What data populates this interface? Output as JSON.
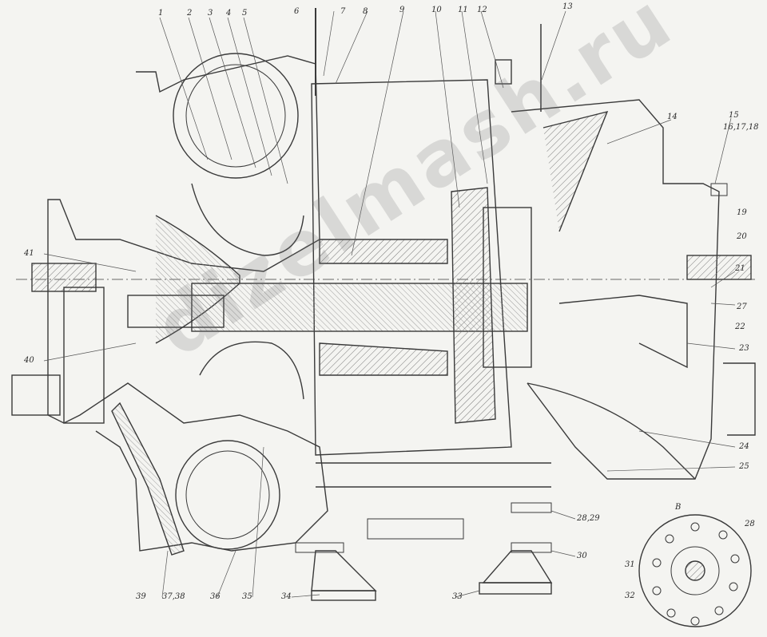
{
  "drawing": {
    "callouts": [
      "1",
      "2",
      "3",
      "4",
      "5",
      "6",
      "7",
      "8",
      "9",
      "10",
      "11",
      "12",
      "13",
      "14",
      "15",
      "16,17,18",
      "19",
      "20",
      "21",
      "22",
      "23",
      "24",
      "25",
      "28,29",
      "30",
      "31",
      "32",
      "33",
      "34",
      "35",
      "36",
      "37,38",
      "39",
      "40",
      "41",
      "27",
      "28",
      "B"
    ],
    "watermark": "dizelmash.ru",
    "colors": {
      "line": "#3a3a3a",
      "hatch": "#777777",
      "background": "#f4f4f1",
      "watermark": "#8a8a8a"
    }
  }
}
